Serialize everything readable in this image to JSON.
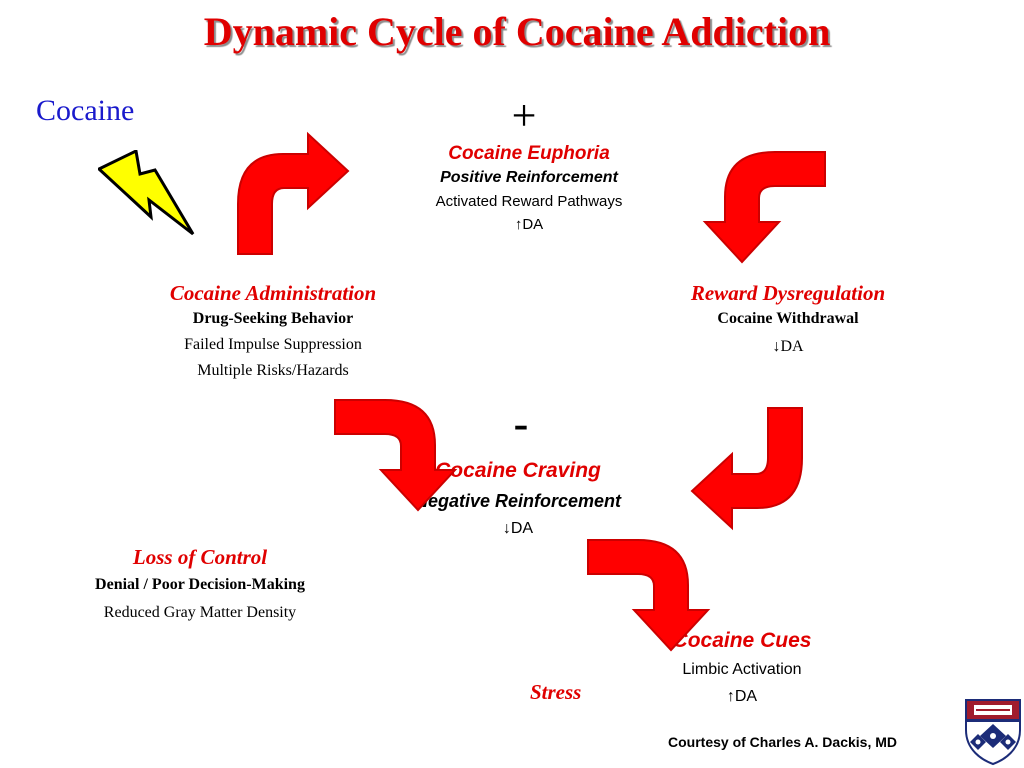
{
  "title": "Dynamic Cycle of Cocaine Addiction",
  "cocaine_label": "Cocaine",
  "plus_symbol": "+",
  "minus_symbol": "-",
  "euphoria": {
    "heading": "Cocaine Euphoria",
    "line1": "Positive Reinforcement",
    "line2": "Activated Reward Pathways",
    "line3": "↑DA"
  },
  "dysregulation": {
    "heading": "Reward Dysregulation",
    "line1": "Cocaine Withdrawal",
    "line2": "↓DA"
  },
  "administration": {
    "heading": "Cocaine Administration",
    "line1": "Drug-Seeking Behavior",
    "line2": "Failed Impulse Suppression",
    "line3": "Multiple Risks/Hazards"
  },
  "craving": {
    "heading": "Cocaine Craving",
    "line1": "Negative Reinforcement",
    "line2": "↓DA"
  },
  "loss_of_control": {
    "heading": "Loss of Control",
    "line1": "Denial / Poor Decision-Making",
    "line2": "Reduced Gray Matter Density"
  },
  "cues": {
    "heading": "Cocaine Cues",
    "line1": "Limbic Activation",
    "line2": "↑DA"
  },
  "stress_label": "Stress",
  "credit": "Courtesy of Charles A. Dackis, MD",
  "colors": {
    "title": "#e00000",
    "arrow_fill": "#ff0000",
    "arrow_edge": "#cc0000",
    "cocaine_label": "#1a1acc",
    "lightning": "#ffff00",
    "shield_blue": "#1c2c78",
    "shield_red": "#a01c2c"
  },
  "icons": [
    "lightning-bolt-icon",
    "university-shield-icon"
  ]
}
